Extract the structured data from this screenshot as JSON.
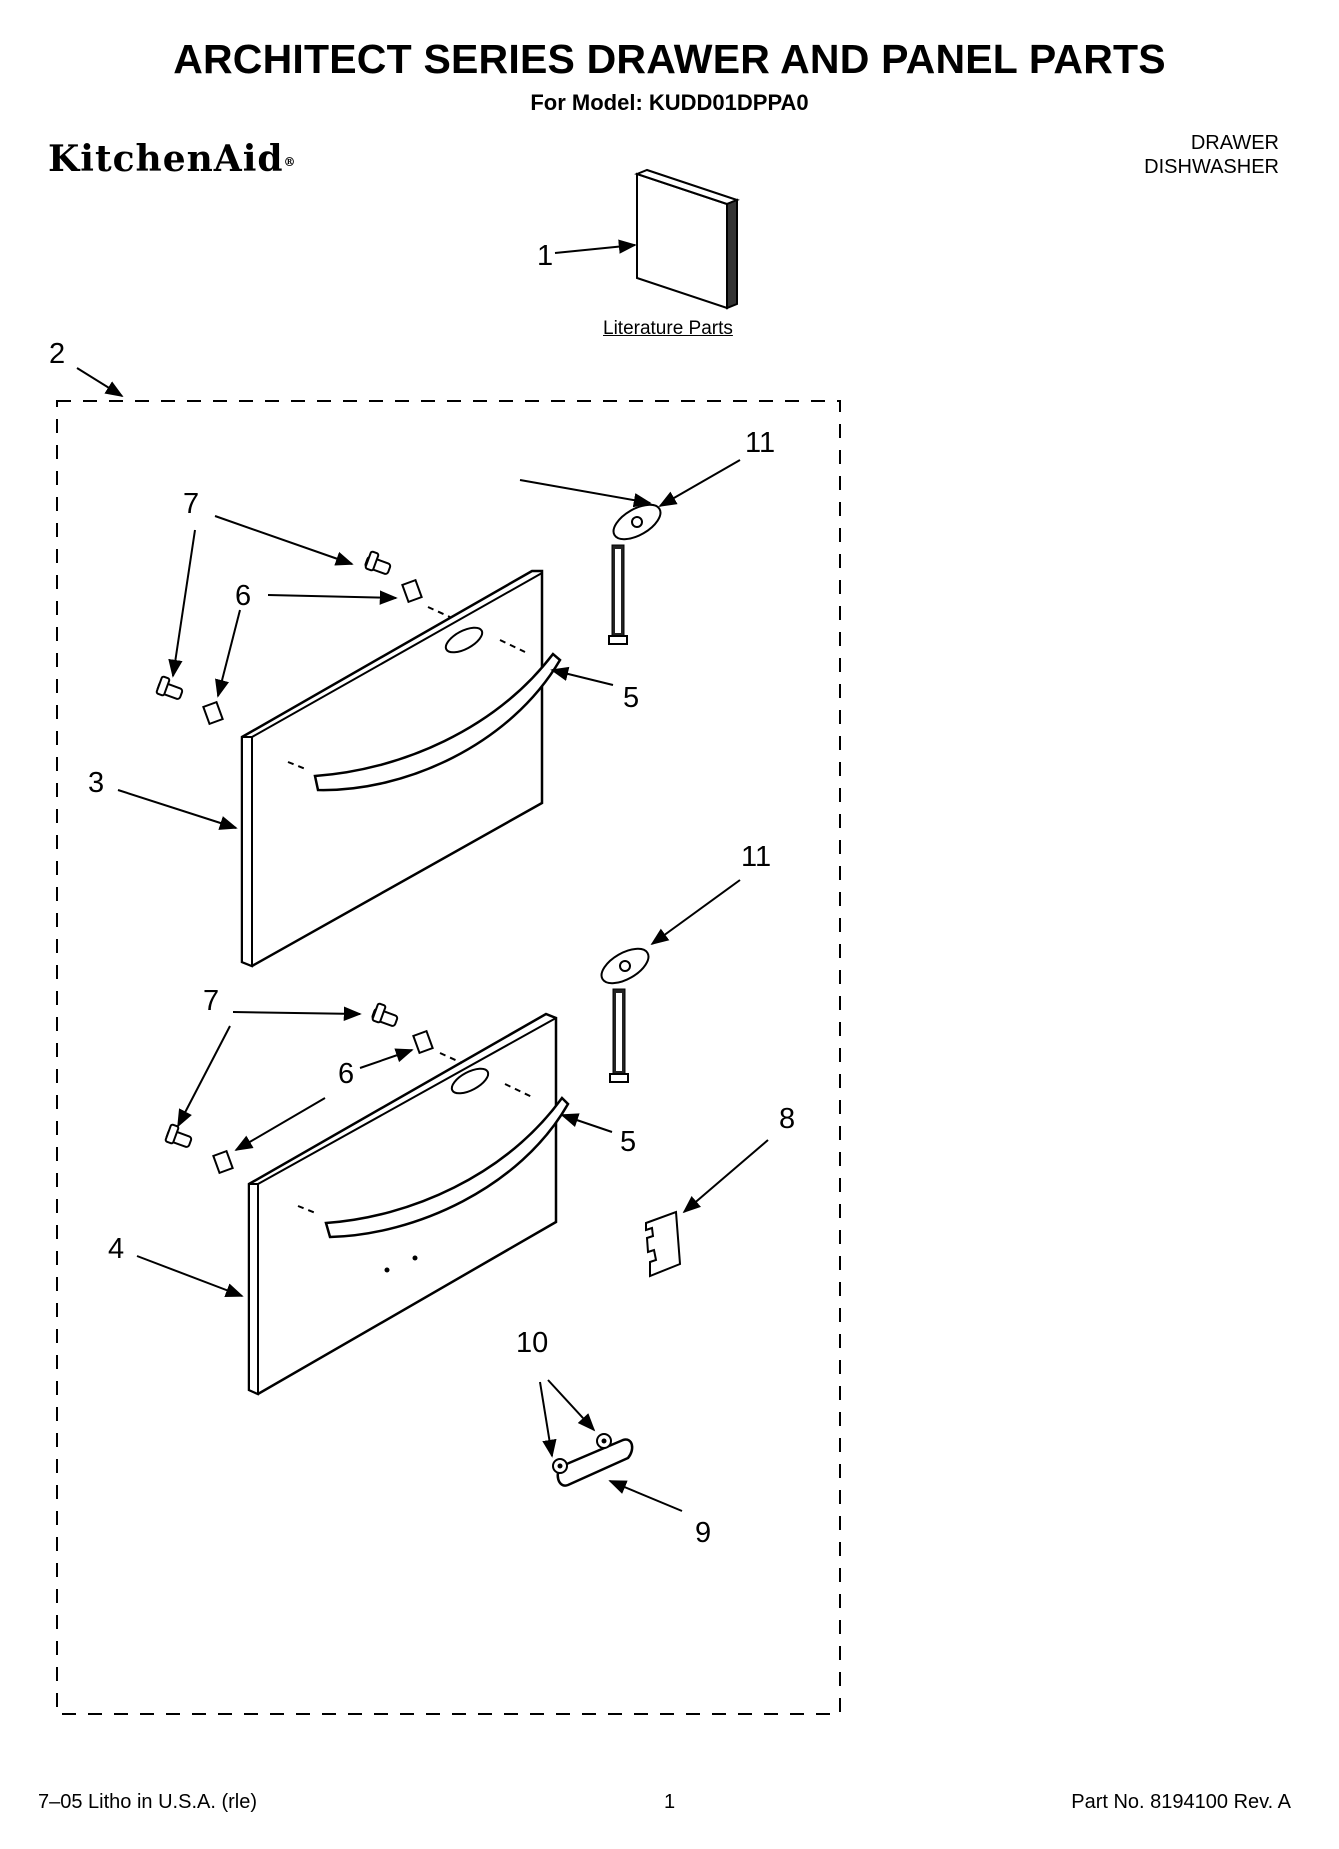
{
  "header": {
    "title": "ARCHITECT SERIES DRAWER AND PANEL PARTS",
    "subtitle": "For Model: KUDD01DPPA0",
    "brand": "KitchenAid",
    "brand_mark": "®",
    "category_line1": "DRAWER",
    "category_line2": "DISHWASHER"
  },
  "diagram": {
    "literature_label": "Literature Parts",
    "callouts": {
      "c1": "1",
      "c2": "2",
      "c3": "3",
      "c4": "4",
      "c5a": "5",
      "c5b": "5",
      "c6a": "6",
      "c6b": "6",
      "c7a": "7",
      "c7b": "7",
      "c8": "8",
      "c9": "9",
      "c10": "10",
      "c11a": "11",
      "c11b": "11"
    }
  },
  "footer": {
    "left": "7–05 Litho in U.S.A. (rle)",
    "center": "1",
    "right": "Part No. 8194100 Rev. A"
  }
}
